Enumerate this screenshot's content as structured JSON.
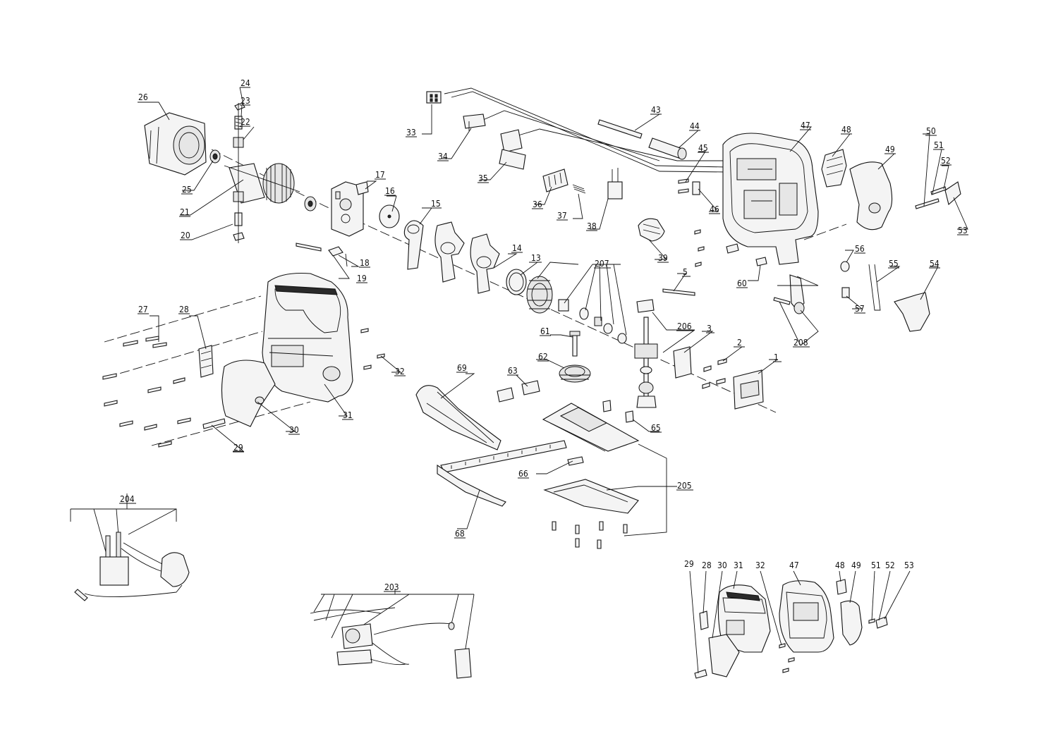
{
  "callouts": {
    "c1": "1",
    "c2": "2",
    "c3": "3",
    "c5": "5",
    "c13": "13",
    "c14": "14",
    "c15": "15",
    "c16": "16",
    "c17": "17",
    "c18": "18",
    "c19": "19",
    "c20": "20",
    "c21": "21",
    "c22": "22",
    "c23": "23",
    "c24": "24",
    "c25": "25",
    "c26": "26",
    "c27": "27",
    "c28": "28",
    "c29": "29",
    "c30": "30",
    "c31": "31",
    "c32": "32",
    "c33": "33",
    "c34": "34",
    "c35": "35",
    "c36": "36",
    "c37": "37",
    "c38": "38",
    "c39": "39",
    "c43": "43",
    "c44": "44",
    "c45": "45",
    "c46": "46",
    "c47": "47",
    "c48": "48",
    "c49": "49",
    "c50": "50",
    "c51": "51",
    "c52": "52",
    "c53": "53",
    "c54": "54",
    "c55": "55",
    "c56": "56",
    "c57": "57",
    "c60": "60",
    "c61": "61",
    "c62": "62",
    "c63": "63",
    "c65": "65",
    "c66": "66",
    "c68": "68",
    "c69": "69",
    "c203": "203",
    "c204": "204",
    "c205": "205",
    "c206": "206",
    "c207": "207",
    "c208": "208",
    "i29": "29",
    "i28": "28",
    "i30": "30",
    "i31": "31",
    "i32": "32",
    "i47": "47",
    "i48": "48",
    "i49": "49",
    "i51": "51",
    "i52": "52",
    "i53": "53"
  }
}
